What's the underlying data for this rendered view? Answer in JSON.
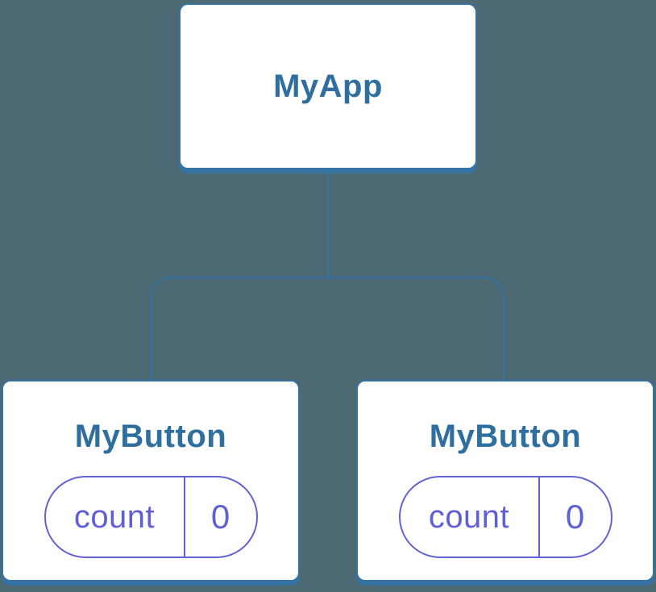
{
  "background_color": "#4D6973",
  "colors": {
    "node_stroke": "#3573A5",
    "node_fill": "#FFFFFF",
    "title_text": "#2E6F9F",
    "state_stroke": "#6262D4",
    "state_text": "#5F5FD6",
    "connector": "#3573A5"
  },
  "tree": {
    "root": {
      "title": "MyApp"
    },
    "children": [
      {
        "title": "MyButton",
        "state": {
          "label": "count",
          "value": "0"
        }
      },
      {
        "title": "MyButton",
        "state": {
          "label": "count",
          "value": "0"
        }
      }
    ]
  }
}
